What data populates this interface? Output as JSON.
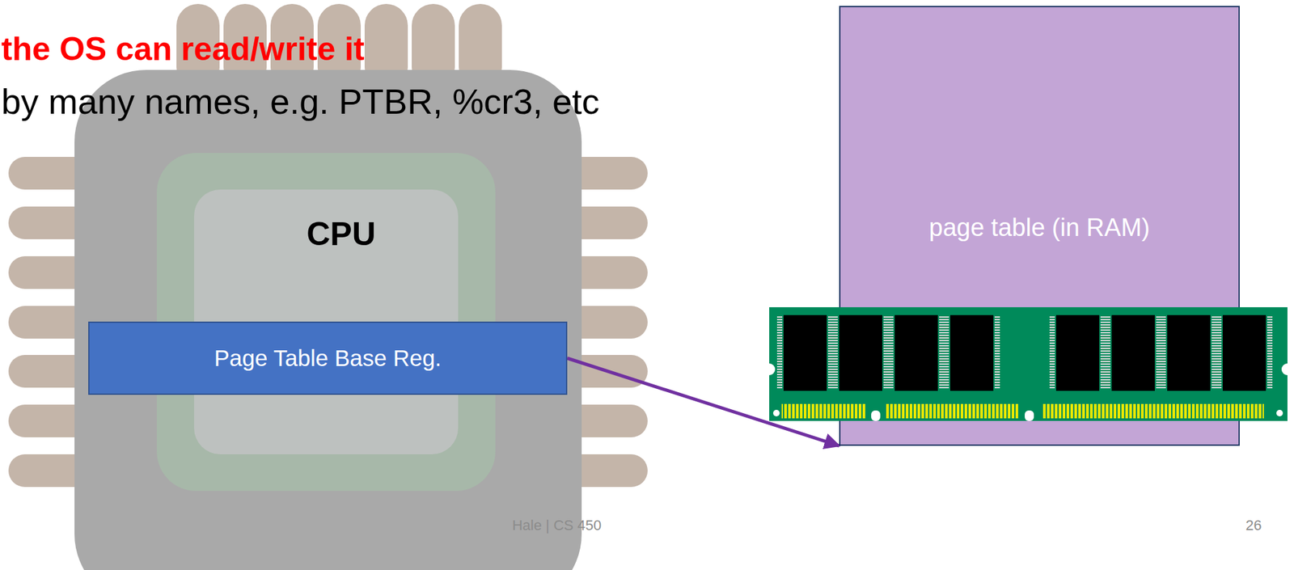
{
  "diagram": {
    "nodes": [
      {
        "text": [
          "CPU"
        ]
      },
      {
        "text": [
          "Page Table Base Reg."
        ],
        "in": 0
      },
      {
        "text": [
          "page table (in RAM)"
        ]
      }
    ],
    "edges": [
      {
        "from": 1,
        "to": 2,
        "arrow": "to"
      }
    ],
    "labels": [
      "the OS can read/write it",
      "by many names, e.g. PTBR, %cr3, etc",
      "Hale | CS 450",
      "26"
    ]
  }
}
